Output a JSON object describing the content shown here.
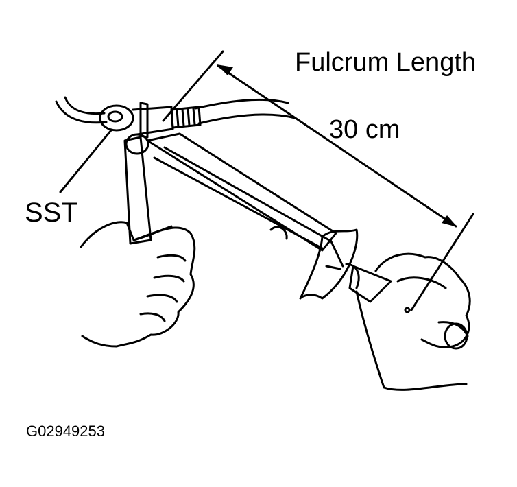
{
  "labels": {
    "fulcrum_length": "Fulcrum Length",
    "distance": "30 cm",
    "sst": "SST",
    "figure_code": "G02949253"
  },
  "colors": {
    "ink": "#000000",
    "paper": "#ffffff"
  },
  "icons": [
    "torque-wrench-icon",
    "hand-icon",
    "hose-icon"
  ]
}
